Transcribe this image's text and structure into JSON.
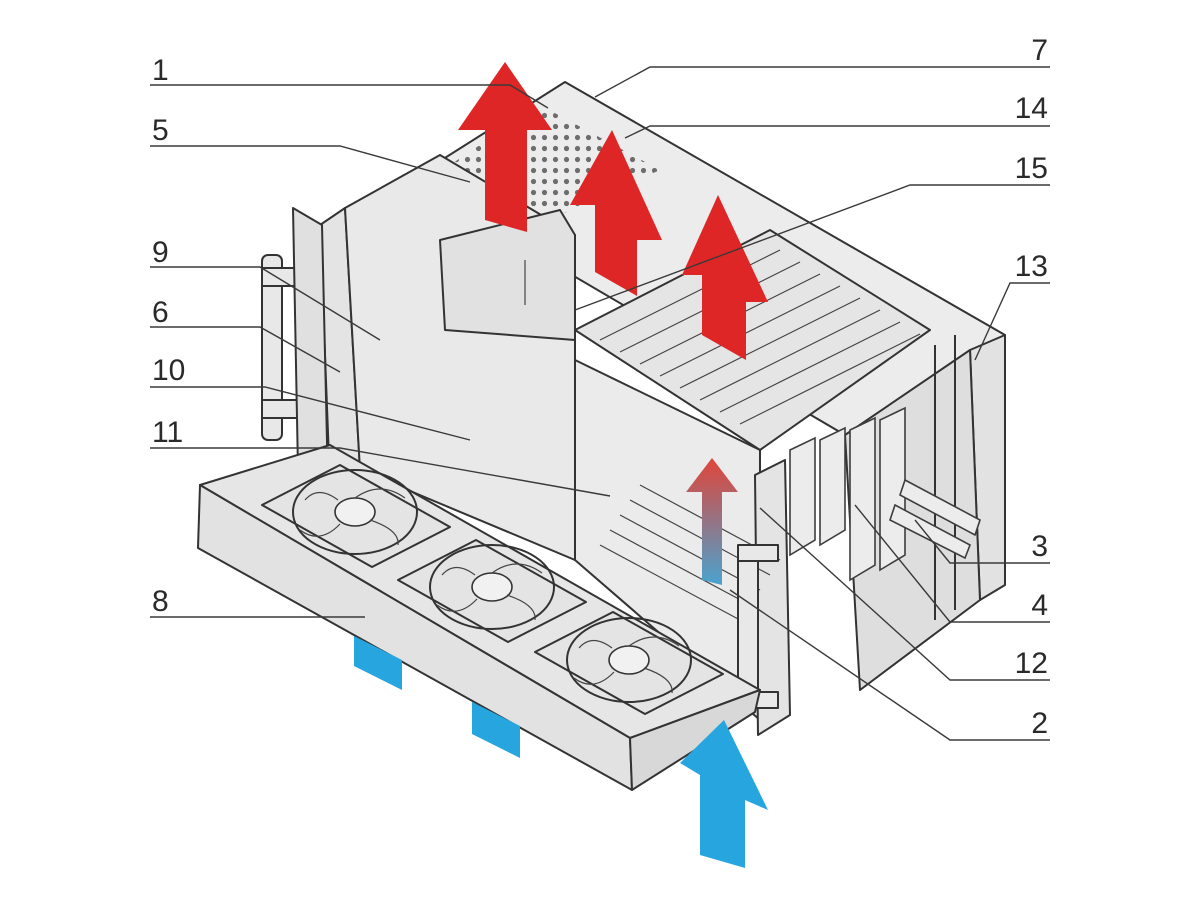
{
  "colors": {
    "exhaust_arrow": "#df2626",
    "intake_arrow": "#27a5de",
    "chassis": "#e6e6e6",
    "outline": "#333333"
  },
  "callouts": [
    {
      "id": "1",
      "text": "1"
    },
    {
      "id": "5",
      "text": "5"
    },
    {
      "id": "9",
      "text": "9"
    },
    {
      "id": "6",
      "text": "6"
    },
    {
      "id": "10",
      "text": "10"
    },
    {
      "id": "11",
      "text": "11"
    },
    {
      "id": "8",
      "text": "8"
    },
    {
      "id": "7",
      "text": "7"
    },
    {
      "id": "14",
      "text": "14"
    },
    {
      "id": "15",
      "text": "15"
    },
    {
      "id": "13",
      "text": "13"
    },
    {
      "id": "3",
      "text": "3"
    },
    {
      "id": "4",
      "text": "4"
    },
    {
      "id": "12",
      "text": "12"
    },
    {
      "id": "2",
      "text": "2"
    }
  ],
  "icons": {
    "exhaust": "red-up-arrow",
    "intake": "blue-up-arrow",
    "fan": "axial-fan-icon",
    "handle": "rack-handle"
  }
}
